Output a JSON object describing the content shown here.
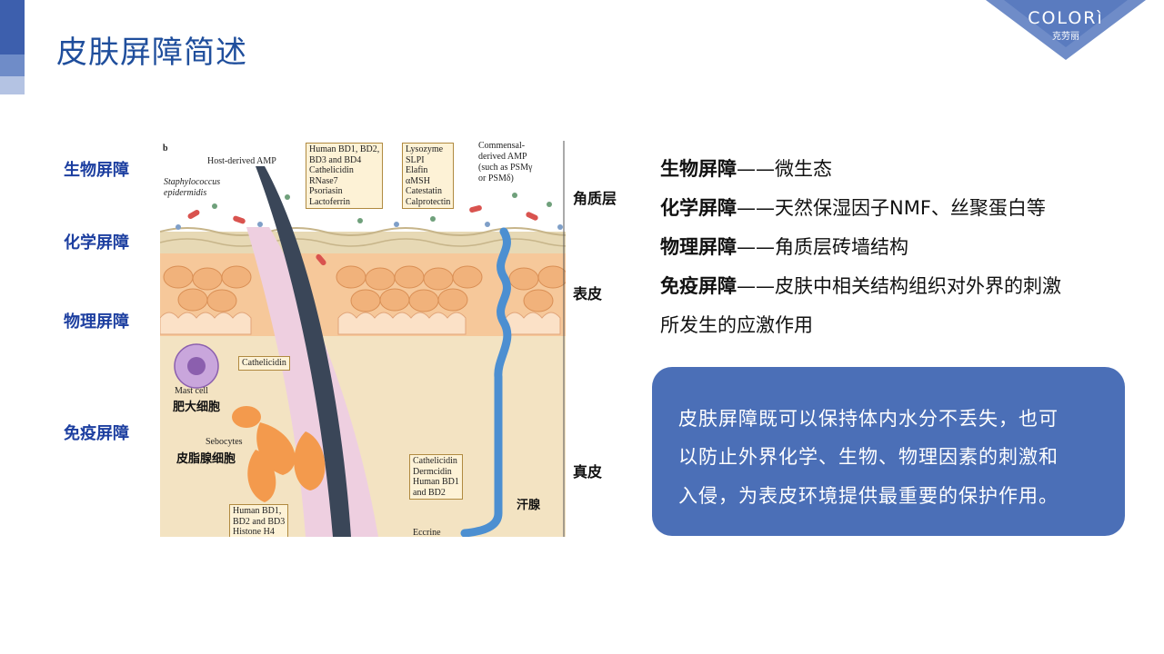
{
  "title": "皮肤屏障简述",
  "brand": {
    "logo_text": "COLORì",
    "logo_sub": "克劳丽"
  },
  "barrier_labels": [
    "生物屏障",
    "化学屏障",
    "物理屏障",
    "免疫屏障"
  ],
  "layer_labels": [
    "角质层",
    "表皮",
    "真皮"
  ],
  "diagram": {
    "panel_letter": "b",
    "host_amp": "Host-derived AMP",
    "staph_line1": "Staphylococcus",
    "staph_line2": "epidermidis",
    "box1": [
      "Human BD1, BD2,",
      "BD3 and BD4",
      "Cathelicidin",
      "RNase7",
      "Psoriasin",
      "Lactoferrin"
    ],
    "box2": [
      "Lysozyme",
      "SLPI",
      "Elafin",
      "αMSH",
      "Catestatin",
      "Calprotectin"
    ],
    "commensal": [
      "Commensal-",
      "derived AMP",
      "(such as PSMγ",
      "or PSMδ)"
    ],
    "cathelicidin": "Cathelicidin",
    "mast_cell": "Mast cell",
    "mast_cell_zh": "肥大细胞",
    "sebocytes": "Sebocytes",
    "sebocytes_zh": "皮脂腺细胞",
    "box_sebo": [
      "Human BD1,",
      "BD2 and BD3",
      "Histone H4"
    ],
    "box_sweat": [
      "Cathelicidin",
      "Dermcidin",
      "Human BD1",
      "and BD2"
    ],
    "eccrine": "Eccrine",
    "sweat_gland_zh": "汗腺"
  },
  "bullets": [
    {
      "label": "生物屏障",
      "text": "——微生态"
    },
    {
      "label": "化学屏障",
      "text": "——天然保湿因子NMF、丝聚蛋白等"
    },
    {
      "label": "物理屏障",
      "text": "——角质层砖墙结构"
    },
    {
      "label": "免疫屏障",
      "text": "——皮肤中相关结构组织对外界的刺激"
    }
  ],
  "bullet_cont": "所发生的应激作用",
  "panel_lines": [
    "皮肤屏障既可以保持体内水分不丢失，也可",
    "以防止外界化学、生物、物理因素的刺激和",
    "入侵，为表皮环境提供最重要的保护作用。"
  ],
  "colors": {
    "title": "#1f4e9c",
    "accent": "#4b6fb7",
    "sidebar": "#3d5fad",
    "barrier_label": "#1d3fa0"
  }
}
